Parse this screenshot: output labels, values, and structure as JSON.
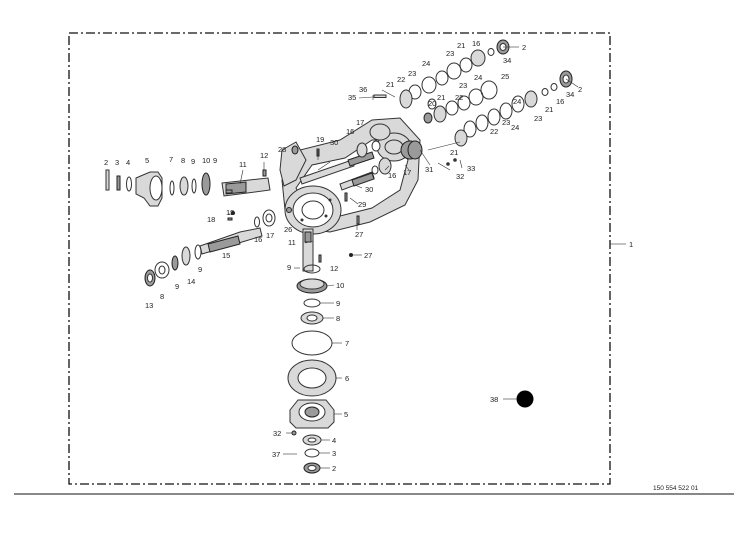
{
  "assembly_ref": "1",
  "doc_number": "150 554 522 01",
  "labels": {
    "l21a": "21",
    "l16a": "16",
    "l2a": "2",
    "l34a": "34",
    "l23a": "23",
    "l24a": "24",
    "l22a": "22",
    "l23b": "23",
    "l24b": "24",
    "l25": "25",
    "l21b": "21",
    "l36": "36",
    "l35": "35",
    "l22b": "22",
    "l20": "20",
    "l21c": "21",
    "l23c": "23",
    "l24c": "24",
    "l22c": "22",
    "l23d": "23",
    "l24d": "24",
    "l23e": "23",
    "l21d": "21",
    "l16b": "16",
    "l34b": "34",
    "l2b": "2",
    "l17a": "17",
    "l16c": "16",
    "l30a": "30",
    "l19a": "19",
    "l28": "28",
    "l12a": "12",
    "l11a": "11",
    "l2c": "2",
    "l3a": "3",
    "l4a": "4",
    "l5a": "5",
    "l7a": "7",
    "l8a": "8",
    "l9a": "9",
    "l10a": "10",
    "l9b": "9",
    "l31": "31",
    "l21e": "21",
    "l32a": "32",
    "l33": "33",
    "l17b": "17",
    "l16d": "16",
    "l30b": "30",
    "l29": "29",
    "l27a": "27",
    "l27b": "27",
    "l26": "26",
    "l19b": "19",
    "l18": "18",
    "l16e": "16",
    "l17c": "17",
    "l11b": "11",
    "l12b": "12",
    "l9c": "9",
    "l14": "14",
    "l15": "15",
    "l9d": "9",
    "l13": "13",
    "l8b": "8",
    "l9e": "9",
    "l10b": "10",
    "l9f": "9",
    "l8c": "8",
    "l7b": "7",
    "l6": "6",
    "l5b": "5",
    "l32b": "32",
    "l4b": "4",
    "l37": "37",
    "l3b": "3",
    "l2d": "2",
    "l38": "38",
    "l1": "1"
  }
}
